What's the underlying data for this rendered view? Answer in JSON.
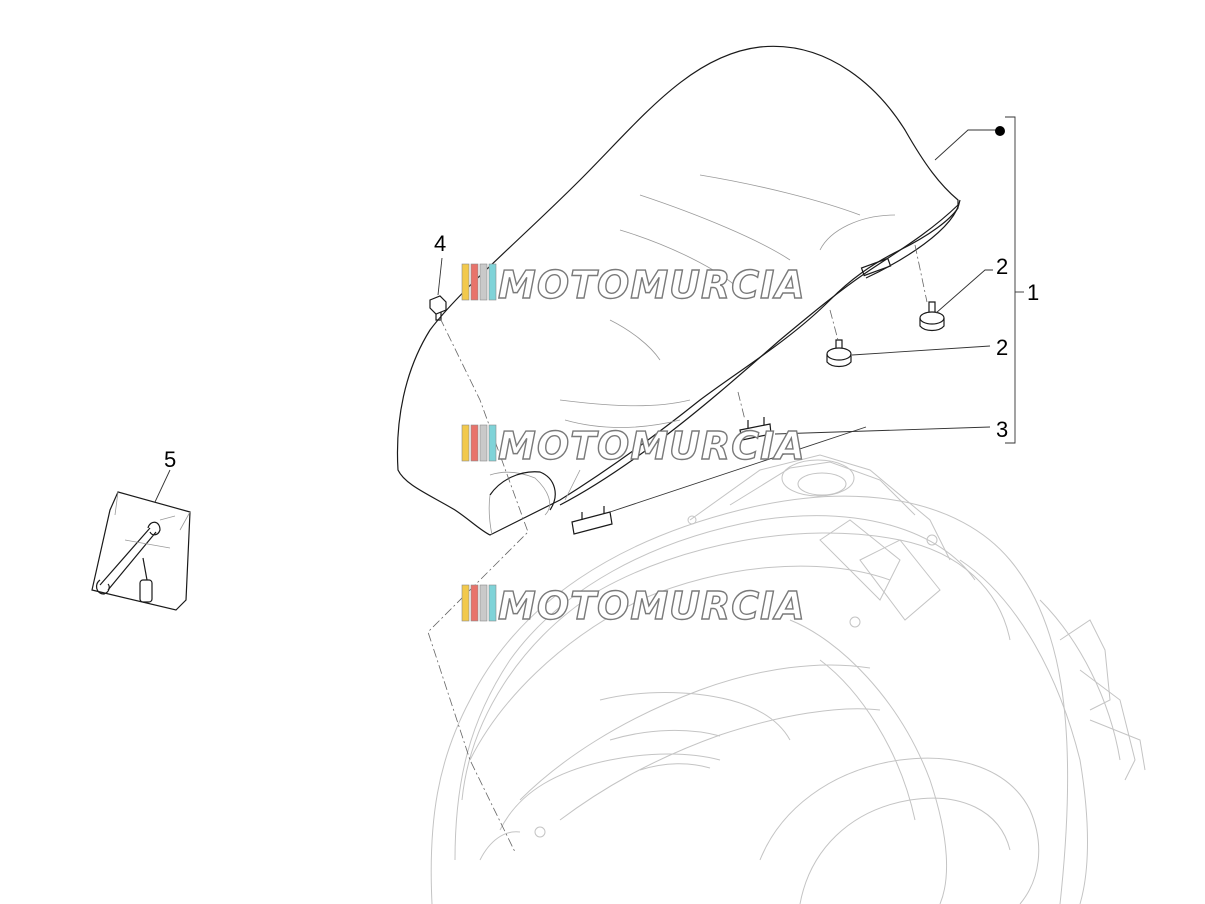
{
  "callouts": {
    "seat_group": "1",
    "rubber_buffer_upper": "2",
    "rubber_buffer_lower": "2",
    "hinge_bracket": "3",
    "seat_bumper": "4",
    "tool_kit": "5"
  },
  "watermark": {
    "text": "MOTOMURCIA",
    "stripe_colors": [
      "#f2c94c",
      "#e8736b",
      "#c9c9c9",
      "#7fd3d8"
    ]
  },
  "colors": {
    "background": "#ffffff",
    "part_line": "#1a1a1a",
    "ghost_line": "#c4c4c4"
  }
}
